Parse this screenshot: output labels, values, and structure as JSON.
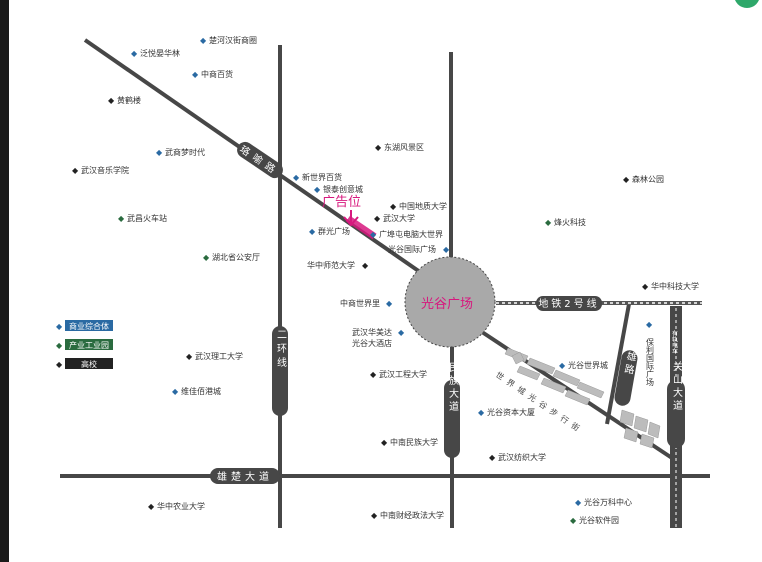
{
  "colors": {
    "road": "#474747",
    "road_label_bg": "#474747",
    "road_label_text": "#ffffff",
    "circle_fill": "#a9a9a9",
    "circle_text": "#d7187e",
    "ad_color": "#d7187e",
    "marker_blue": "#2a6aa3",
    "marker_green": "#2a6b3f",
    "marker_black": "#222222",
    "metro": "#555555",
    "legend_commercial": "#2a6aa3",
    "legend_industrial": "#2a6b3f",
    "legend_university": "#222222"
  },
  "center": {
    "label": "光谷广场"
  },
  "ad_label": "广告位",
  "roads": [
    {
      "id": "luoyu-road",
      "label": "珞喻路"
    },
    {
      "id": "second-ring",
      "label": "二环线"
    },
    {
      "id": "minzu-avenue",
      "label": "民族大道"
    },
    {
      "id": "xiongchu-avenue",
      "label": "雄楚大道"
    },
    {
      "id": "metro-line2",
      "label": "地铁2号线"
    },
    {
      "id": "luoxiong-road",
      "label": "珞雄路"
    },
    {
      "id": "guanshan-avenue",
      "label": "关山大道"
    },
    {
      "id": "pedestrian-street",
      "label": "世界城光谷步行街"
    },
    {
      "id": "tram",
      "label": "有轨电车"
    }
  ],
  "pois": [
    {
      "label": "楚河汉街商圈",
      "marker": "blue"
    },
    {
      "label": "泛悦晏华林",
      "marker": "blue"
    },
    {
      "label": "中商百货",
      "marker": "blue"
    },
    {
      "label": "黄鹤楼",
      "marker": "black"
    },
    {
      "label": "武商梦时代",
      "marker": "blue"
    },
    {
      "label": "东湖风景区",
      "marker": "black"
    },
    {
      "label": "武汉音乐学院",
      "marker": "black"
    },
    {
      "label": "新世界百货",
      "marker": "blue"
    },
    {
      "label": "银泰创意城",
      "marker": "blue"
    },
    {
      "label": "森林公园",
      "marker": "black"
    },
    {
      "label": "中国地质大学",
      "marker": "black"
    },
    {
      "label": "武汉大学",
      "marker": "black"
    },
    {
      "label": "武昌火车站",
      "marker": "green"
    },
    {
      "label": "烽火科技",
      "marker": "green"
    },
    {
      "label": "群光广场",
      "marker": "blue"
    },
    {
      "label": "广埠屯电脑大世界",
      "marker": "blue"
    },
    {
      "label": "光谷国际广场",
      "marker": "blue"
    },
    {
      "label": "湖北省公安厅",
      "marker": "green"
    },
    {
      "label": "华中师范大学",
      "marker": "black"
    },
    {
      "label": "华中科技大学",
      "marker": "black"
    },
    {
      "label": "中商世界里",
      "marker": "blue"
    },
    {
      "label": "武汉华美达",
      "marker": "blue"
    },
    {
      "label": "光谷大酒店",
      "marker": "blue"
    },
    {
      "label": "保利国际广场",
      "marker": "blue"
    },
    {
      "label": "武汉理工大学",
      "marker": "black"
    },
    {
      "label": "光谷世界城",
      "marker": "blue"
    },
    {
      "label": "武汉工程大学",
      "marker": "black"
    },
    {
      "label": "维佳佰港城",
      "marker": "blue"
    },
    {
      "label": "光谷资本大厦",
      "marker": "blue"
    },
    {
      "label": "中南民族大学",
      "marker": "black"
    },
    {
      "label": "武汉纺织大学",
      "marker": "black"
    },
    {
      "label": "华中农业大学",
      "marker": "black"
    },
    {
      "label": "中南财经政法大学",
      "marker": "black"
    },
    {
      "label": "光谷万科中心",
      "marker": "blue"
    },
    {
      "label": "光谷软件园",
      "marker": "green"
    }
  ],
  "legend": [
    {
      "label": "商业综合体",
      "marker": "blue"
    },
    {
      "label": "产业工业园",
      "marker": "green"
    },
    {
      "label": "高校",
      "marker": "black"
    }
  ]
}
